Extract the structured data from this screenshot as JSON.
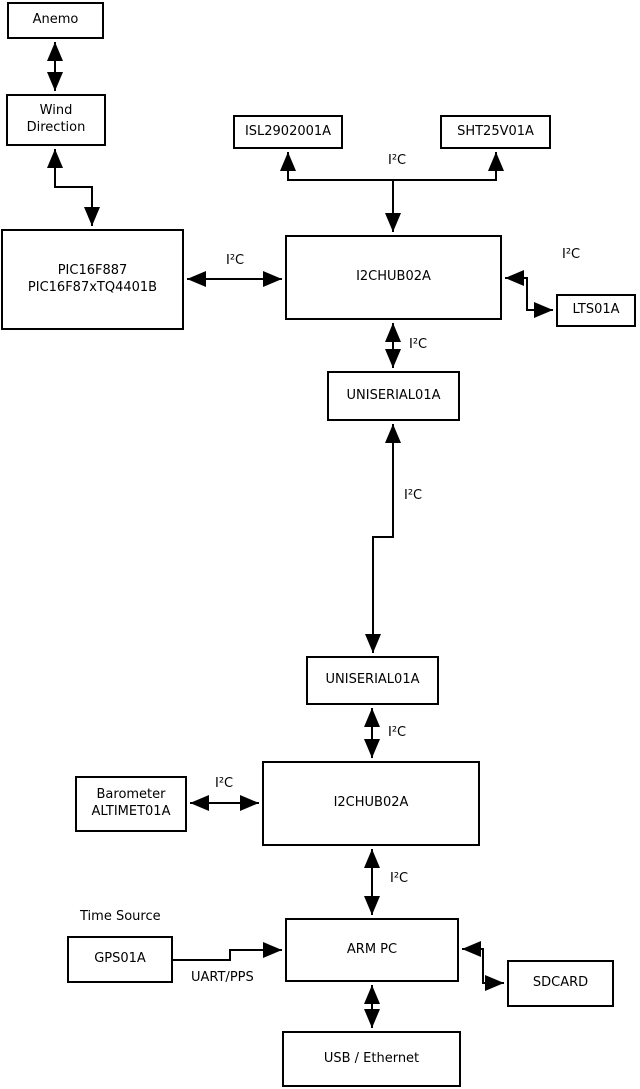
{
  "diagram": {
    "background": "#ffffff",
    "line_color": "#000000",
    "nodes": {
      "anemo": {
        "label": "Anemo"
      },
      "wind": {
        "label": "Wind\nDirection"
      },
      "pic": {
        "label": "PIC16F887\nPIC16F87xTQ4401B"
      },
      "isl": {
        "label": "ISL2902001A"
      },
      "sht": {
        "label": "SHT25V01A"
      },
      "hub1": {
        "label": "I2CHUB02A"
      },
      "lts": {
        "label": "LTS01A"
      },
      "uni1": {
        "label": "UNISERIAL01A"
      },
      "uni2": {
        "label": "UNISERIAL01A"
      },
      "hub2": {
        "label": "I2CHUB02A"
      },
      "baro": {
        "label": "Barometer\nALTIMET01A"
      },
      "gps": {
        "label": "GPS01A"
      },
      "arm": {
        "label": "ARM PC"
      },
      "sdcard": {
        "label": "SDCARD"
      },
      "usb": {
        "label": "USB / Ethernet"
      }
    },
    "edge_labels": {
      "i2c": "I²C",
      "uart_pps": "UART/PPS",
      "time_source": "Time Source"
    },
    "edges": [
      {
        "from": "Anemo",
        "to": "Wind Direction",
        "bidirectional": true
      },
      {
        "from": "Wind Direction",
        "to": "PIC16F887 PIC16F87xTQ4401B",
        "bidirectional": true
      },
      {
        "from": "PIC16F887 PIC16F87xTQ4401B",
        "to": "I2CHUB02A (upper)",
        "label": "I²C",
        "bidirectional": true
      },
      {
        "from": "I2CHUB02A (upper)",
        "to": "ISL2902001A",
        "label": "I²C",
        "bidirectional": true
      },
      {
        "from": "I2CHUB02A (upper)",
        "to": "SHT25V01A",
        "label": "I²C",
        "bidirectional": true
      },
      {
        "from": "I2CHUB02A (upper)",
        "to": "LTS01A",
        "label": "I²C",
        "bidirectional": true
      },
      {
        "from": "I2CHUB02A (upper)",
        "to": "UNISERIAL01A (upper)",
        "label": "I²C",
        "bidirectional": true
      },
      {
        "from": "UNISERIAL01A (upper)",
        "to": "UNISERIAL01A (lower)",
        "label": "I²C",
        "bidirectional": true
      },
      {
        "from": "UNISERIAL01A (lower)",
        "to": "I2CHUB02A (lower)",
        "label": "I²C",
        "bidirectional": true
      },
      {
        "from": "Barometer ALTIMET01A",
        "to": "I2CHUB02A (lower)",
        "label": "I²C",
        "bidirectional": true
      },
      {
        "from": "I2CHUB02A (lower)",
        "to": "ARM PC",
        "label": "I²C",
        "bidirectional": true
      },
      {
        "from": "GPS01A (Time Source)",
        "to": "ARM PC",
        "label": "UART/PPS",
        "bidirectional": false
      },
      {
        "from": "ARM PC",
        "to": "SDCARD",
        "bidirectional": true
      },
      {
        "from": "ARM PC",
        "to": "USB / Ethernet",
        "bidirectional": true
      }
    ]
  }
}
